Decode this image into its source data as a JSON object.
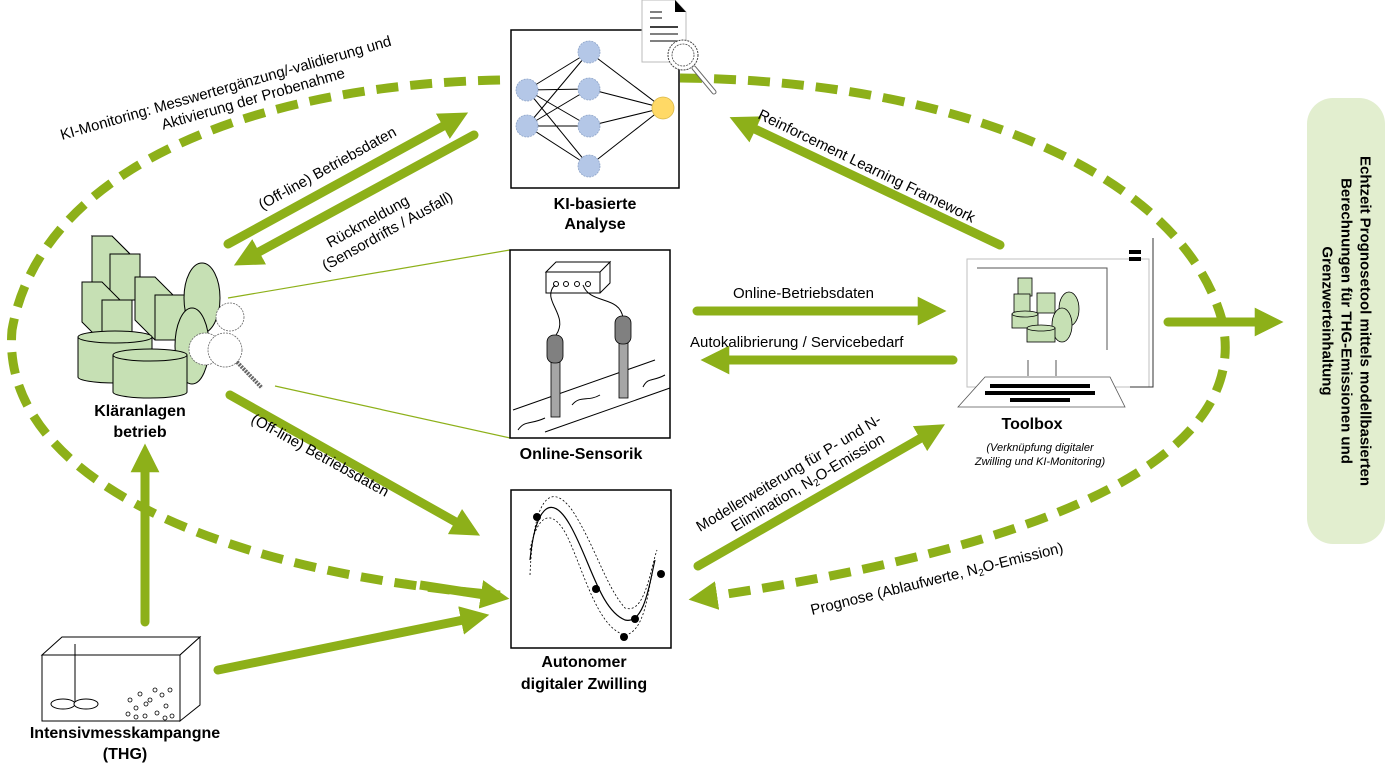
{
  "colors": {
    "accent_green": "#8db019",
    "box_fill_green": "#c6e0b4",
    "node_blue": "#b4c7e7",
    "node_yellow": "#ffd966",
    "output_box_fill": "#e2eecf"
  },
  "nodes": {
    "ki_analyse": {
      "line1": "KI-basierte",
      "line2": "Analyse"
    },
    "online_sensorik": {
      "label": "Online-Sensorik"
    },
    "zwilling": {
      "line1": "Autonomer",
      "line2": "digitaler Zwilling"
    },
    "klaeranlage": {
      "line1": "Kläranlagen",
      "line2": "betrieb"
    },
    "intensiv": {
      "line1": "Intensivmesskampangne",
      "line2": "(THG)"
    },
    "toolbox": {
      "title": "Toolbox",
      "sub1": "(Verknüpfung digitaler",
      "sub2": "Zwilling und KI-Monitoring)"
    }
  },
  "edges": {
    "ki_monitoring": {
      "line1": "KI-Monitoring: Messwertergänzung/-validierung und",
      "line2": "Aktivierung der Probenahme"
    },
    "offline_up": "(Off-line) Betriebsdaten",
    "rueckmeldung": {
      "line1": "Rückmeldung",
      "line2": "(Sensordrifts / Ausfall)"
    },
    "reinforcement": "Reinforcement Learning Framework",
    "online_betriebsdaten": "Online-Betriebsdaten",
    "autokalibrierung": "Autokalibrierung / Servicebedarf",
    "offline_down": "(Off-line) Betriebsdaten",
    "modellerweiterung": {
      "line1": "Modellerweiterung für P- und N-",
      "line2_pre": "Elimination, N",
      "line2_sub": "2",
      "line2_post": "O-Emission"
    },
    "prognose": {
      "pre": "Prognose (Ablaufwerte, N",
      "sub": "2",
      "post": "O-Emission)"
    }
  },
  "output": {
    "text_line1": "Echtzeit Prognosetool mittels modellbasierten",
    "text_line2": "Berechnungen für THG-Emissionen und",
    "text_line3": "Grenzwerteinhaltung"
  }
}
